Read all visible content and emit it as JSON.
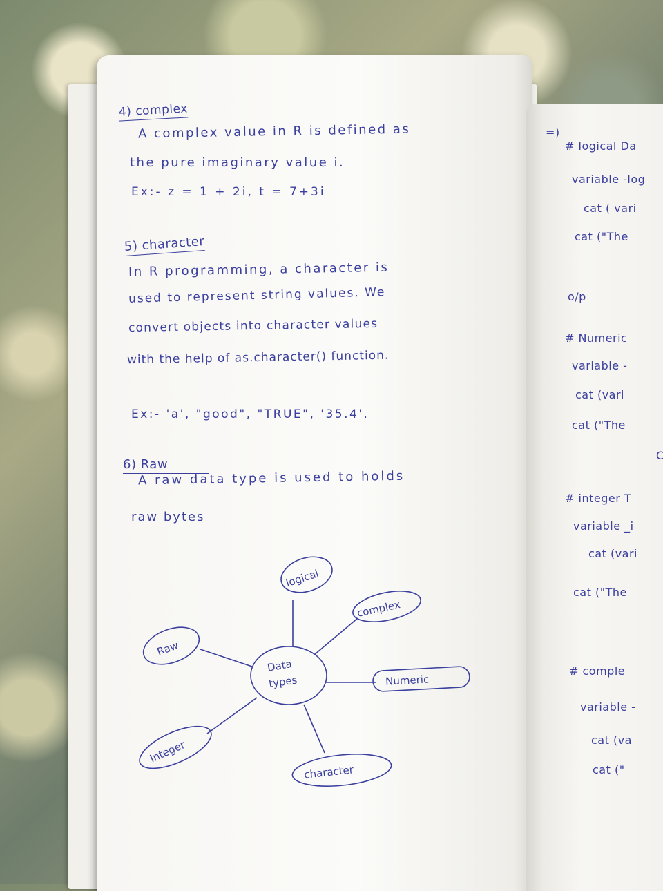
{
  "left_page": {
    "s4_heading": "4) complex",
    "s4_line1": "A complex value in R is defined as",
    "s4_line2": "the pure imaginary value i.",
    "s4_example": "Ex:- z = 1 + 2i, t = 7+3i",
    "s5_heading": "5) character",
    "s5_line1": "In R programming, a character is",
    "s5_line2": "used to represent string values. We",
    "s5_line3": "convert objects into character values",
    "s5_line4": "with the help of as.character() function.",
    "s5_example": "Ex:- 'a', \"good\", \"TRUE\", '35.4'.",
    "s6_heading": "6) Raw",
    "s6_line1": "A raw data type is used to holds",
    "s6_line2": "raw bytes"
  },
  "diagram": {
    "center_line1": "Data",
    "center_line2": "types",
    "nodes": {
      "logical": "logical",
      "complex": "complex",
      "raw": "Raw",
      "numeric": "Numeric",
      "integer": "Integer",
      "character": "character"
    }
  },
  "right_page": {
    "arrow": "=)",
    "lines": [
      "# logical Da",
      "variable -log",
      "cat ( vari",
      "cat (\"The",
      "o/p",
      "# Numeric",
      "variable -",
      "cat (vari",
      "cat (\"The",
      "C",
      "# integer T",
      "variable _i",
      "cat (vari",
      "cat (\"The",
      "# comple",
      "variable -",
      "cat (va",
      "cat (\""
    ]
  },
  "colors": {
    "ink": "#3b3f9e",
    "paper": "#f8f7f4"
  }
}
